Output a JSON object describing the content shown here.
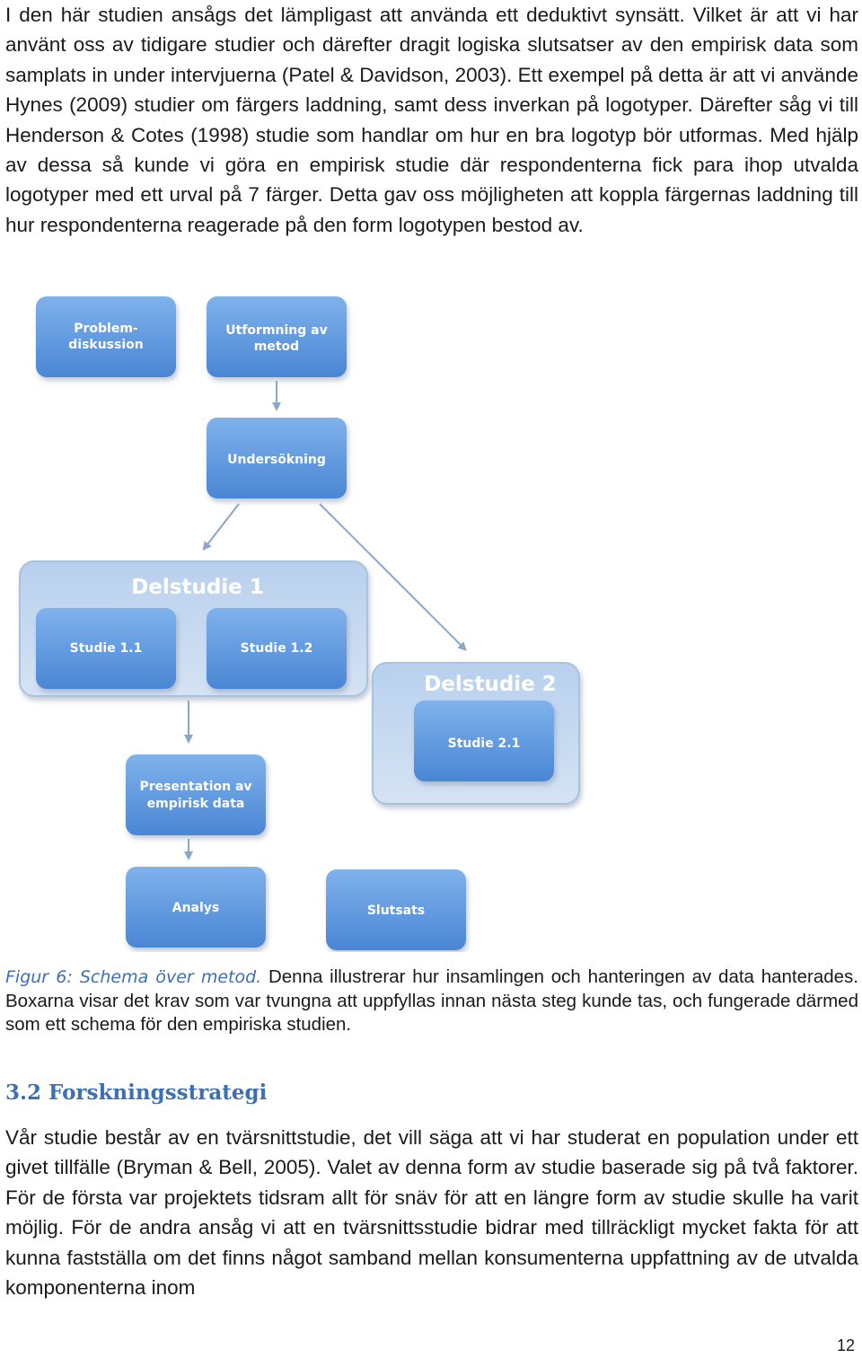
{
  "intro_paragraph": "I den här studien ansågs det lämpligast att använda ett deduktivt synsätt. Vilket är att vi har använt oss av tidigare studier och därefter dragit logiska slutsatser av den empirisk data som samplats in under intervjuerna (Patel & Davidson, 2003). Ett exempel på detta är att vi använde Hynes (2009) studier om färgers laddning, samt dess inverkan på logotyper. Därefter såg vi till Henderson & Cotes (1998) studie som handlar om hur en bra logotyp bör utformas. Med hjälp av dessa så kunde vi göra en empirisk studie där respondenterna fick para ihop utvalda logotyper med ett urval på 7 färger. Detta gav oss möjligheten att koppla färgernas laddning till hur respondenterna reagerade på den form logotypen bestod av.",
  "diagram": {
    "boxes": {
      "problemdiskussion": [
        "Problem-",
        "diskussion"
      ],
      "utformning": [
        "Utformning av",
        "metod"
      ],
      "undersokning": [
        "Undersökning"
      ],
      "studie_1_1": [
        "Studie 1.1"
      ],
      "studie_1_2": [
        "Studie 1.2"
      ],
      "studie_2_1": [
        "Studie 2.1"
      ],
      "presentation": [
        "Presentation av",
        "empirisk data"
      ],
      "analys": [
        "Analys"
      ],
      "slutsats": [
        "Slutsats"
      ]
    },
    "groups": {
      "delstudie_1": "Delstudie 1",
      "delstudie_2": "Delstudie 2"
    },
    "colors": {
      "box_top": "#7fb2ec",
      "box_bottom": "#4a86d4",
      "group_fill": "#c4d8ef",
      "group_stroke": "#a9c2e0",
      "arrow": "#8aa6c9"
    }
  },
  "caption": {
    "label": "Figur 6: Schema över metod.",
    "text": " Denna illustrerar hur insamlingen och hanteringen av data hanterades. Boxarna visar det krav som var tvungna att uppfyllas innan nästa steg kunde tas, och fungerade därmed som ett schema för den empiriska studien."
  },
  "section_heading": "3.2 Forskningsstrategi",
  "body_paragraph": "Vår studie består av en tvärsnittstudie, det vill säga att vi har studerat en population under ett givet tillfälle (Bryman & Bell, 2005). Valet av denna form av studie baserade sig på två faktorer. För de första var projektets tidsram allt för snäv för att en längre form av studie skulle ha varit möjlig. För de andra ansåg vi att en tvärsnittsstudie bidrar med tillräckligt mycket fakta för att kunna fastställa om det finns något samband mellan konsumenterna uppfattning av de utvalda komponenterna inom",
  "page_number": "12"
}
